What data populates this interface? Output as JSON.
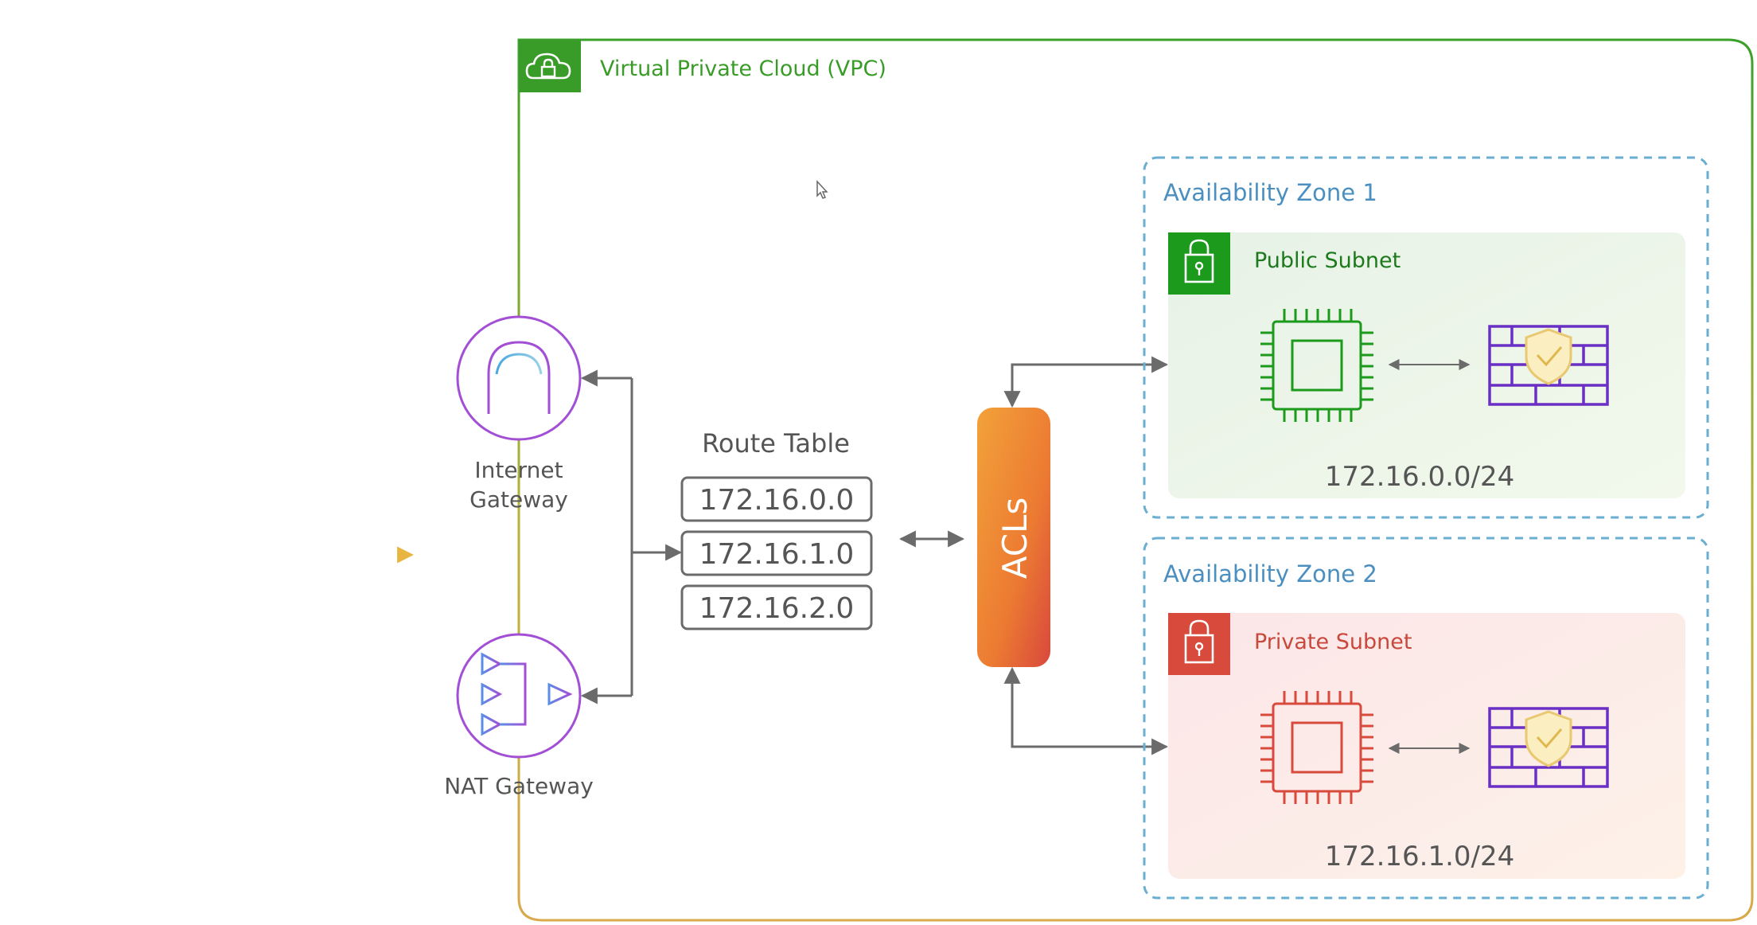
{
  "vpc": {
    "title": "Virtual Private Cloud (VPC)",
    "icon": "cloud-lock-icon",
    "color": "#3a9c28"
  },
  "internet_gateway": {
    "label_line1": "Internet",
    "label_line2": "Gateway",
    "icon": "internet-gateway-icon"
  },
  "nat_gateway": {
    "label": "NAT Gateway",
    "icon": "nat-gateway-icon"
  },
  "route_table": {
    "title": "Route Table",
    "routes": [
      "172.16.0.0",
      "172.16.1.0",
      "172.16.2.0"
    ]
  },
  "acls": {
    "label": "ACLs"
  },
  "zone1": {
    "title": "Availability Zone 1",
    "subnet_label": "Public Subnet",
    "cidr": "172.16.0.0/24",
    "color": "#1c9a1c"
  },
  "zone2": {
    "title": "Availability Zone 2",
    "subnet_label": "Private Subnet",
    "cidr": "172.16.1.0/24",
    "color": "#d84a3c"
  },
  "colors": {
    "zone_border": "#6aaed0",
    "gateway_purple": "#a24fd6",
    "firewall_purple": "#6a2fc4",
    "arrow_gray": "#6b6b6b"
  }
}
